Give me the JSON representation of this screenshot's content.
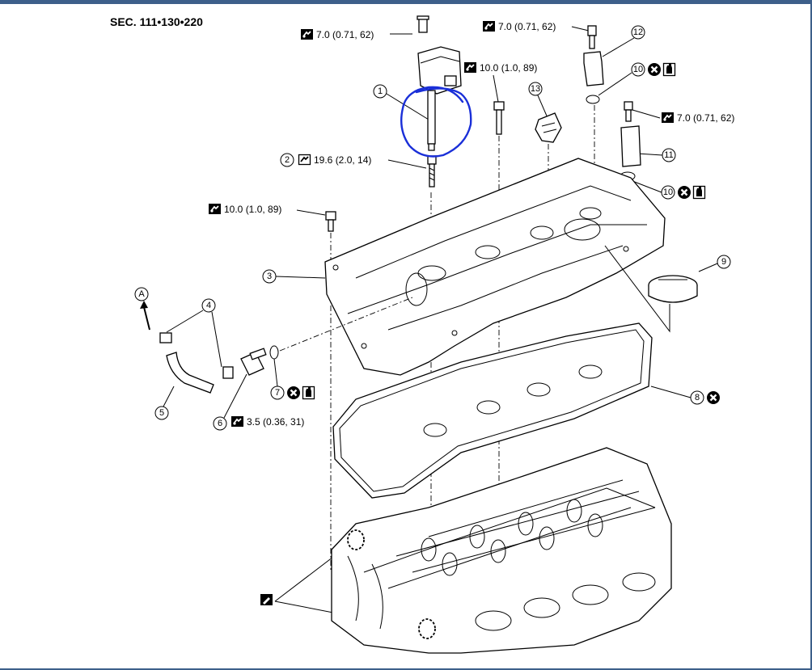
{
  "diagram": {
    "section_code": "SEC. 111•130•220",
    "torque_specs": {
      "t1": "7.0 (0.71, 62)",
      "t2": "7.0 (0.71, 62)",
      "t3": "10.0 (1.0, 89)",
      "t4": "7.0 (0.71, 62)",
      "t5": "19.6 (2.0, 14)",
      "t6": "10.0 (1.0, 89)",
      "t7": "3.5 (0.36, 31)"
    },
    "callouts": {
      "c1": "1",
      "c2": "2",
      "c3": "3",
      "c4": "4",
      "c5": "5",
      "c6": "6",
      "c7": "7",
      "c8": "8",
      "c9": "9",
      "c10a": "10",
      "c10b": "10",
      "c11": "11",
      "c12": "12",
      "c13": "13"
    },
    "reference_mark": "A",
    "annotation_color": "#1a2fd8",
    "icons": [
      "torque-wrench-icon",
      "do-not-reuse-icon",
      "apply-oil-icon",
      "sealant-icon"
    ]
  }
}
